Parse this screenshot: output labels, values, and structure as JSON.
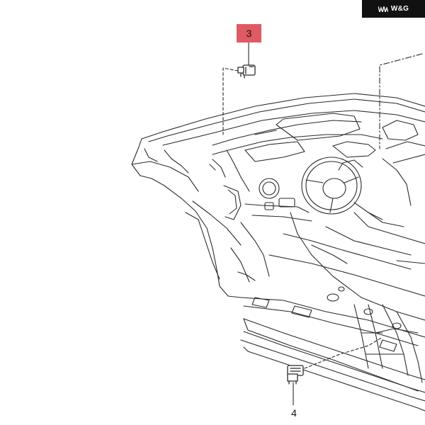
{
  "brand": {
    "text": "W&G",
    "bg_color": "#111111",
    "text_color": "#ffffff"
  },
  "callouts": [
    {
      "number": "3",
      "highlight_color": "#e05a63"
    },
    {
      "number": "4"
    }
  ],
  "colors": {
    "line": "#2b2b2b",
    "background": "#ffffff"
  }
}
